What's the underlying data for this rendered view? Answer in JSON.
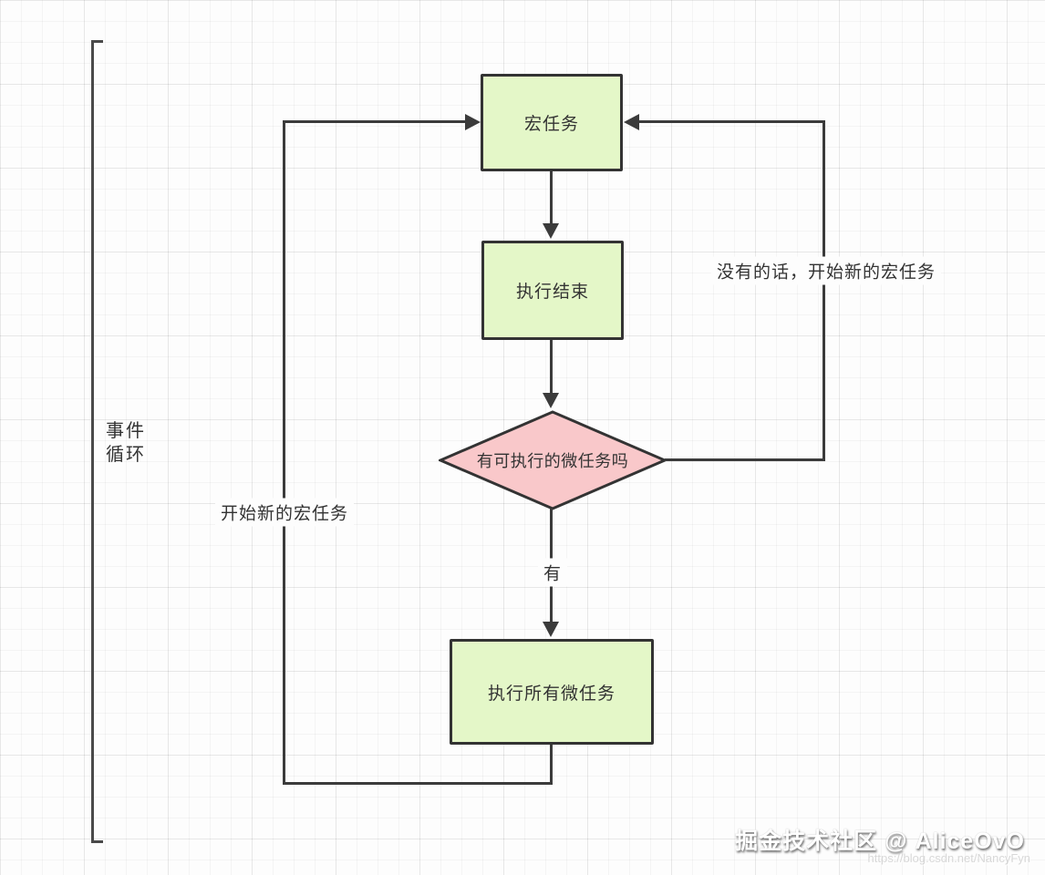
{
  "diagram": {
    "bracket_label": "事件\n循环",
    "nodes": {
      "macro_task": "宏任务",
      "execution_end": "执行结束",
      "micro_task_check": "有可执行的微任务吗",
      "run_all_micro_tasks": "执行所有微任务"
    },
    "edge_labels": {
      "yes": "有",
      "start_new_macro": "开始新的宏任务",
      "no_start_new_macro": "没有的话，开始新的宏任务"
    },
    "colors": {
      "process_fill": "#e4f7c8",
      "decision_fill": "#f9c8ca",
      "stroke": "#333333",
      "line": "#3b3b3b"
    }
  },
  "watermark": {
    "community": "掘金技术社区 @ AliceOvO",
    "url": "https://blog.csdn.net/NancyFyn"
  }
}
